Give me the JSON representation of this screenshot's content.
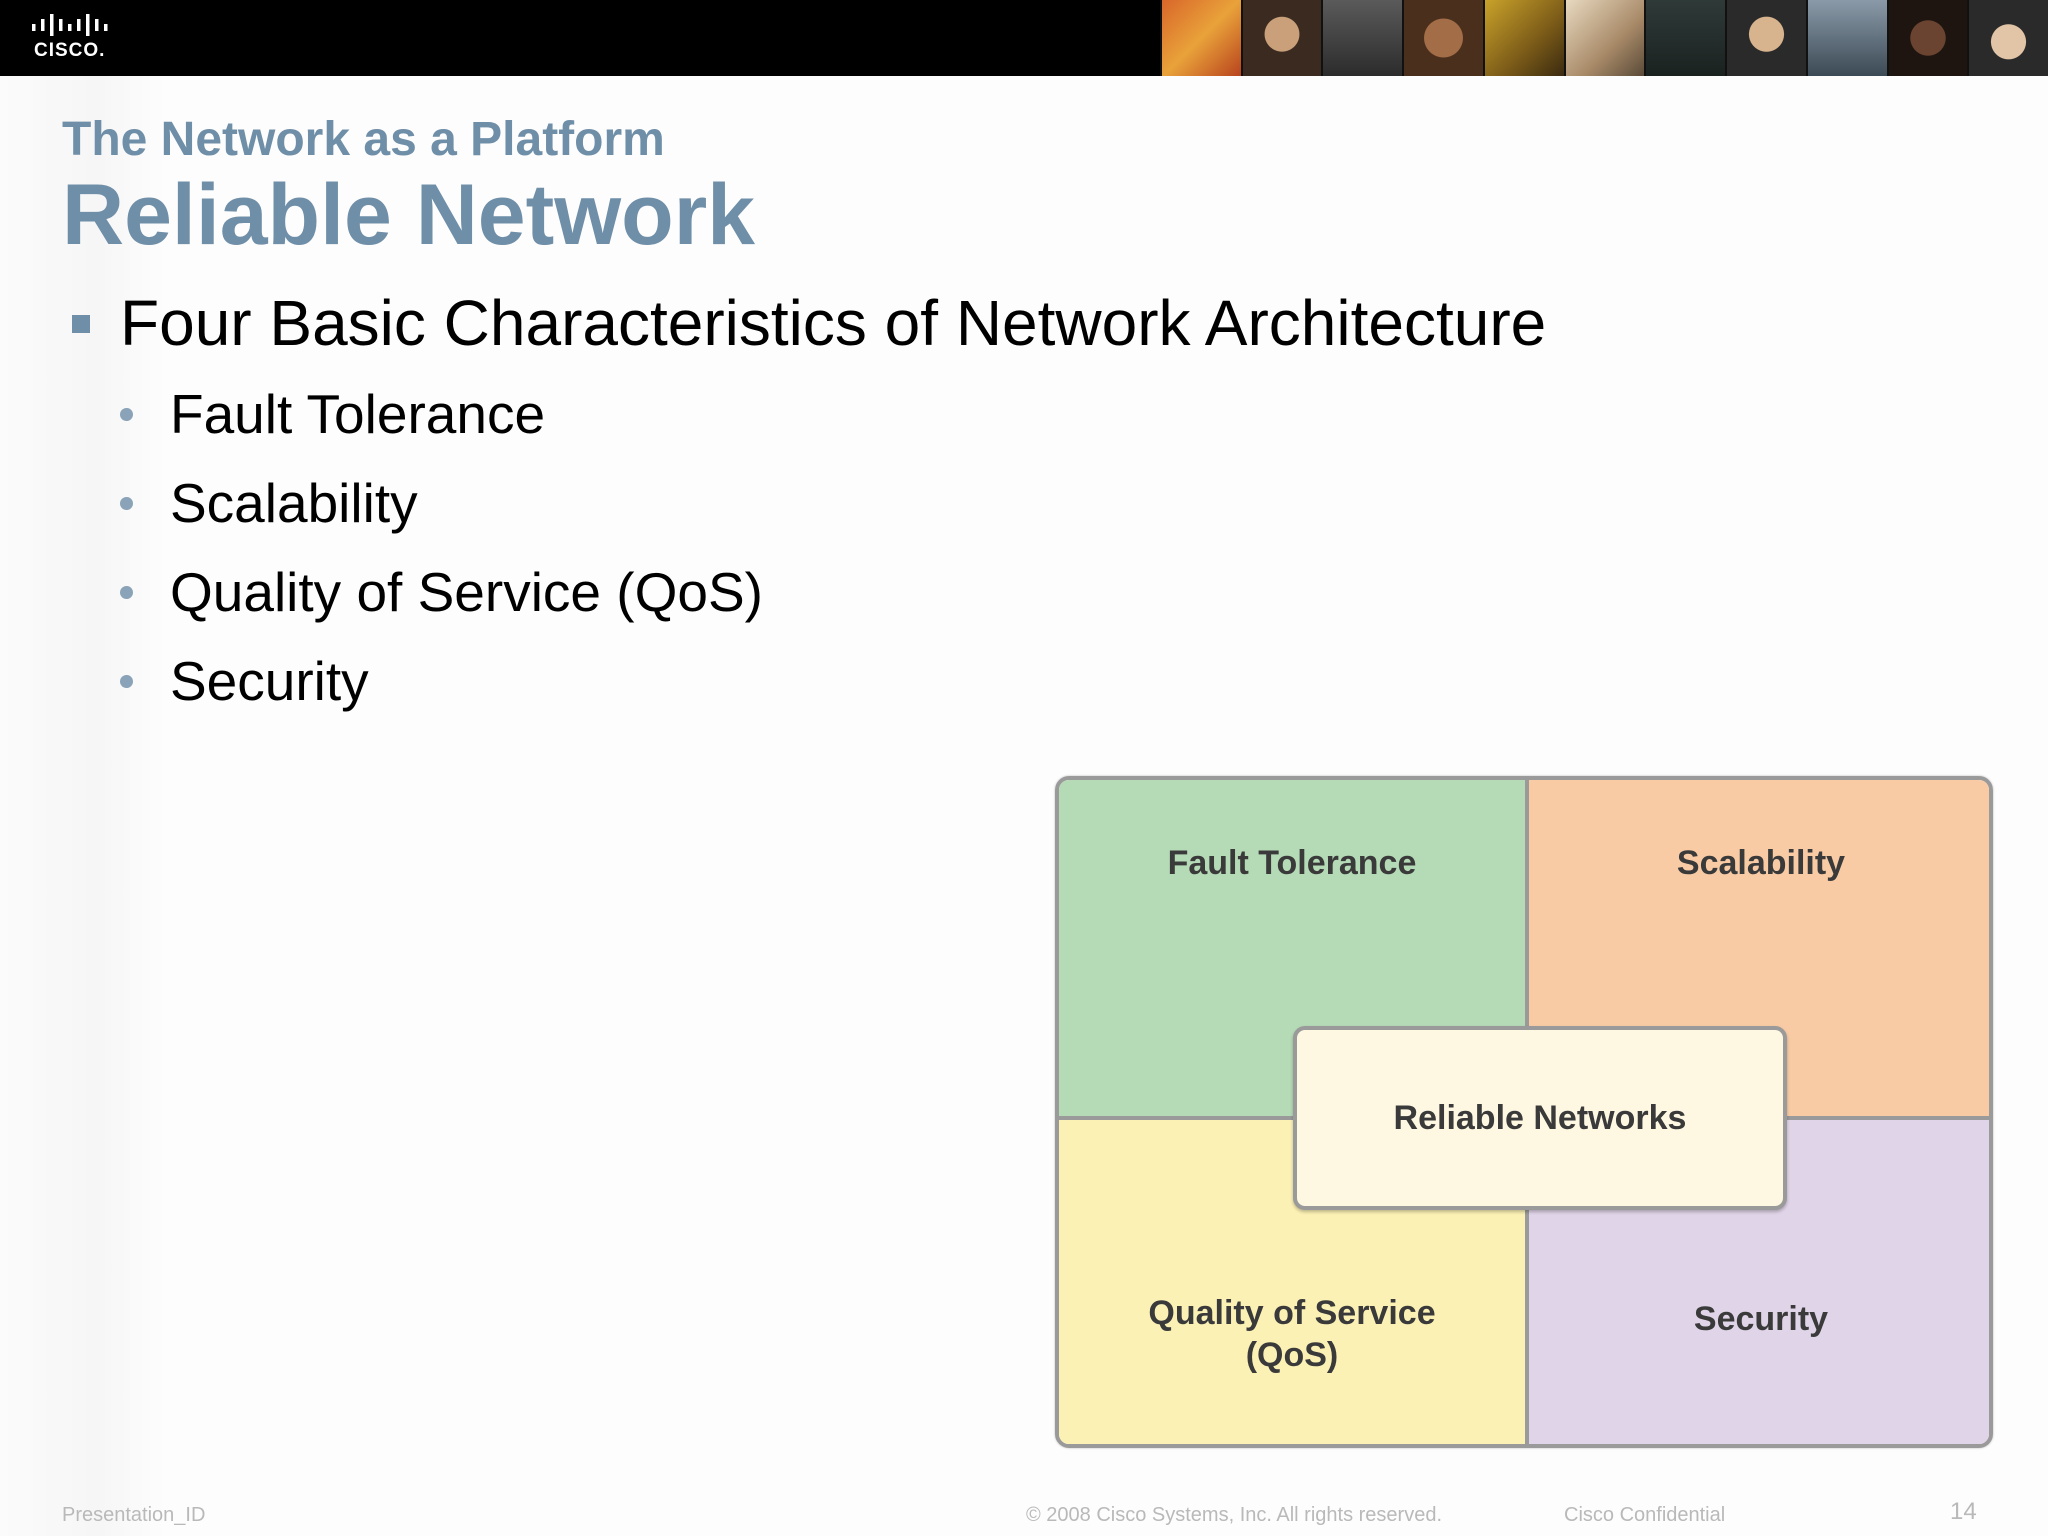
{
  "header": {
    "logo_text": "CISCO."
  },
  "slide": {
    "subtitle": "The Network as a Platform",
    "title": "Reliable Network",
    "main_bullet": "Four Basic Characteristics of Network Architecture",
    "sub_bullets": [
      "Fault Tolerance",
      "Scalability",
      "Quality of Service (QoS)",
      "Security"
    ]
  },
  "diagram": {
    "top_left": "Fault Tolerance",
    "top_right": "Scalability",
    "bottom_left_line1": "Quality of Service",
    "bottom_left_line2": "(QoS)",
    "bottom_right": "Security",
    "center": "Reliable Networks",
    "colors": {
      "fault_tolerance": "#b5dab6",
      "scalability": "#f8cba5",
      "qos": "#fcf1b5",
      "security": "#e0d4e8",
      "center": "#fef8e2"
    }
  },
  "footer": {
    "presentation_id": "Presentation_ID",
    "copyright": "© 2008 Cisco Systems, Inc. All rights reserved.",
    "confidential": "Cisco Confidential",
    "page_number": "14"
  }
}
